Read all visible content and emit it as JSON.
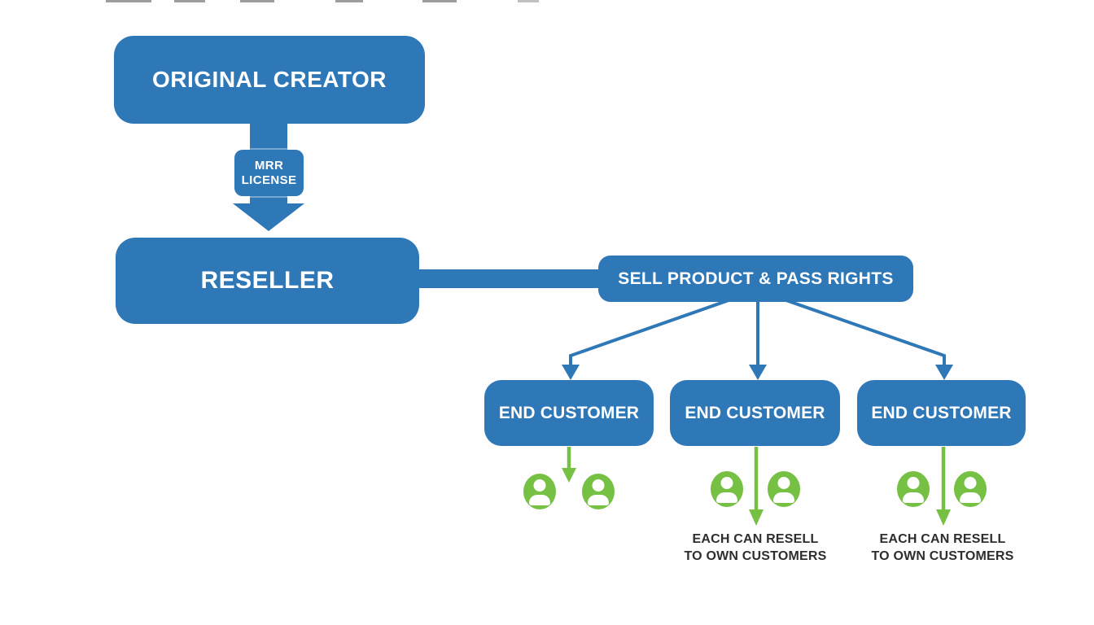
{
  "diagram": {
    "colors": {
      "box_blue": "#2E78B8",
      "person_green": "#76C043",
      "caption_text": "#2E2E2E",
      "box_text": "#FFFFFF"
    },
    "nodes": {
      "original_creator": {
        "label": "ORIGINAL CREATOR"
      },
      "mrr_badge": {
        "line1": "MRR",
        "line2": "LICENSE"
      },
      "reseller": {
        "label": "RESELLER"
      },
      "sell_rights": {
        "label": "SELL PRODUCT & PASS RIGHTS"
      },
      "end_customers": [
        {
          "label": "END CUSTOMER"
        },
        {
          "label": "END CUSTOMER"
        },
        {
          "label": "END CUSTOMER"
        }
      ]
    },
    "captions": {
      "middle": {
        "line1": "EACH CAN RESELL",
        "line2": "TO OWN CUSTOMERS"
      },
      "right": {
        "line1": "EACH CAN RESELL",
        "line2": "TO OWN CUSTOMERS"
      }
    },
    "icons": {
      "person": "person-icon",
      "arrow": "arrow-down-icon"
    }
  }
}
